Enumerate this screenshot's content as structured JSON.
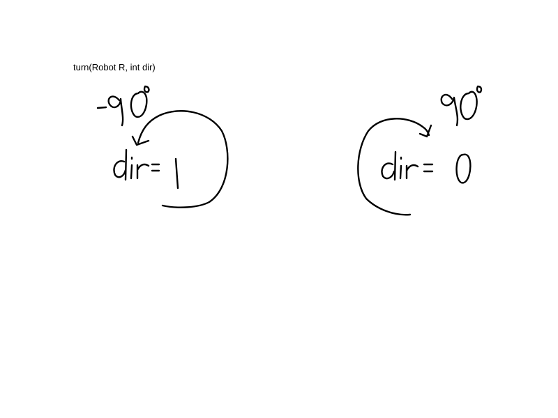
{
  "function_signature": "turn(Robot R, int dir)",
  "left_case": {
    "angle_label": "-90°",
    "condition_label": "dir= 1"
  },
  "right_case": {
    "angle_label": "90°",
    "condition_label": "dir= 0"
  },
  "ink_color": "#000000",
  "background_color": "#ffffff"
}
